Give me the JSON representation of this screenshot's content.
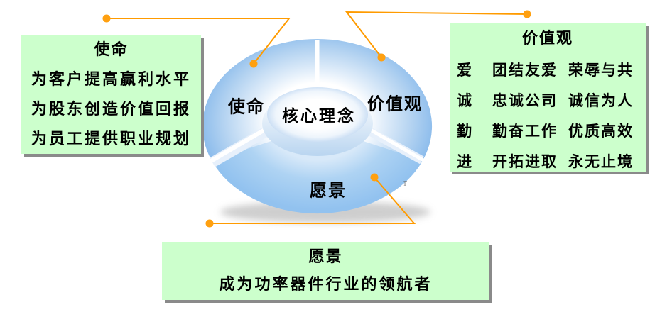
{
  "diagram": {
    "center_label": "核心理念",
    "segments": [
      {
        "id": "mission",
        "label": "使命"
      },
      {
        "id": "values",
        "label": "价值观"
      },
      {
        "id": "vision",
        "label": "愿景"
      }
    ],
    "artifact_mark": "T"
  },
  "mission_box": {
    "title": "使命",
    "lines": [
      "为客户提高赢利水平",
      "为股东创造价值回报",
      "为员工提供职业规划"
    ]
  },
  "values_box": {
    "title": "价值观",
    "rows": [
      {
        "key": "爱",
        "phrase1": "团结友爱",
        "phrase2": "荣辱与共"
      },
      {
        "key": "诚",
        "phrase1": "忠诚公司",
        "phrase2": "诚信为人"
      },
      {
        "key": "勤",
        "phrase1": "勤奋工作",
        "phrase2": "优质高效"
      },
      {
        "key": "进",
        "phrase1": "开拓进取",
        "phrase2": "永无止境"
      }
    ]
  },
  "vision_box": {
    "title": "愿景",
    "line": "成为功率器件行业的领航者"
  },
  "colors": {
    "box_bg": "#ccffcc",
    "box_shadow": "#8a8a8a",
    "connector": "#ff9b00",
    "connector_dot": "#ffa010",
    "donut_outer_top": "#8fbeec",
    "donut_bottom": "#92c2ef",
    "donut_gap": "#ffffff",
    "hole_ring": "#cadef4",
    "background": "#ffffff"
  }
}
